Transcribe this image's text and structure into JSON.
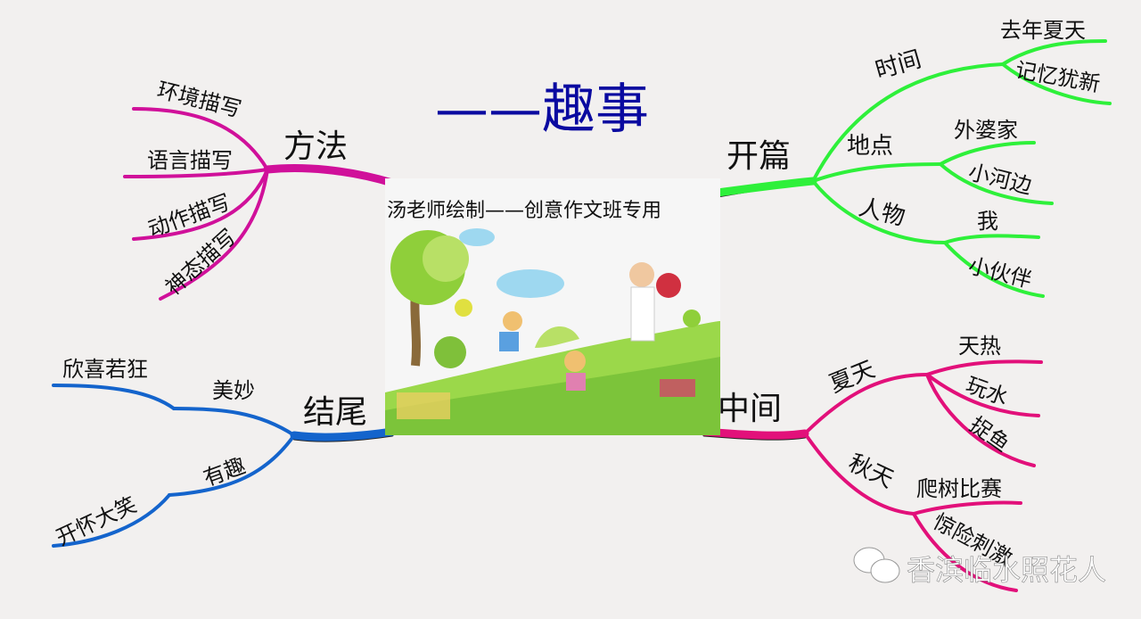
{
  "title": "——趣事",
  "center": {
    "caption": "汤老师绘制——创意作文班专用"
  },
  "colors": {
    "title": "#0a0aa0",
    "method": "#d0109a",
    "opening": "#2ef03a",
    "ending": "#1464cc",
    "middle": "#e2107a"
  },
  "branches": {
    "method": {
      "label": "方法",
      "children": [
        "环境描写",
        "语言描写",
        "动作描写",
        "神态描写"
      ]
    },
    "opening": {
      "label": "开篇",
      "children": [
        {
          "label": "时间",
          "children": [
            "去年夏天",
            "记忆犹新"
          ]
        },
        {
          "label": "地点",
          "children": [
            "外婆家",
            "小河边"
          ]
        },
        {
          "label": "人物",
          "children": [
            "我",
            "小伙伴"
          ]
        }
      ]
    },
    "ending": {
      "label": "结尾",
      "children": [
        {
          "label": "美妙",
          "children": [
            "欣喜若狂"
          ]
        },
        {
          "label": "有趣",
          "children": [
            "开怀大笑"
          ]
        }
      ]
    },
    "middle": {
      "label": "中间",
      "children": [
        {
          "label": "夏天",
          "children": [
            "天热",
            "玩水",
            "捉鱼"
          ]
        },
        {
          "label": "秋天",
          "children": [
            "爬树比赛",
            "惊险刺激"
          ]
        }
      ]
    }
  },
  "watermark": "香滨临水照花人"
}
